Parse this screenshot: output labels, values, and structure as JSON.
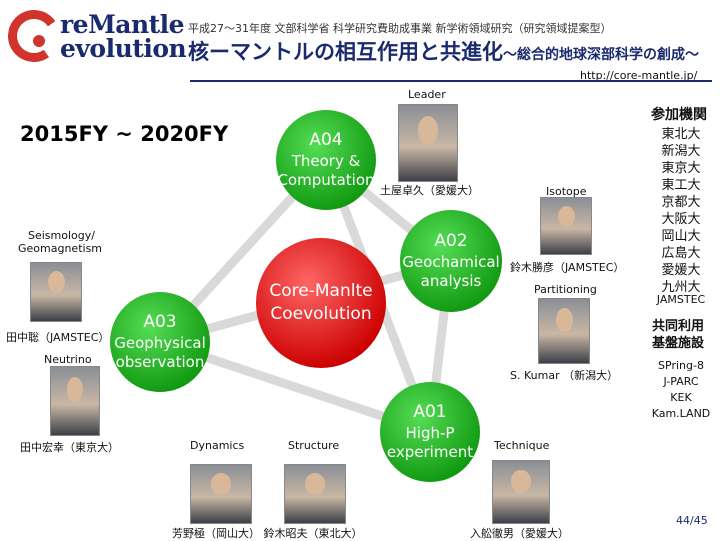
{
  "header": {
    "logo_line1": "reMantle",
    "logo_line2": "evolution",
    "subtitle": "平成27〜31年度 文部科学省 科学研究費助成事業 新学術領域研究（研究領域提案型）",
    "title_main": "核ーマントルの相互作用と共進化",
    "title_suffix": "〜総合的地球深部科学の創成〜",
    "url": "http://core-mantle.jp/",
    "leader_label": "Leader"
  },
  "period": "2015FY ~ 2020FY",
  "center": {
    "line1": "Core-Manlte",
    "line2": "Coevolution"
  },
  "nodes": {
    "a04": {
      "code": "A04",
      "line1": "Theory &",
      "line2": "Computation"
    },
    "a02": {
      "code": "A02",
      "line1": "Geochamical",
      "line2": "analysis"
    },
    "a03": {
      "code": "A03",
      "line1": "Geophysical",
      "line2": "observation"
    },
    "a01": {
      "code": "A01",
      "line1": "High-P",
      "line2": "experiment"
    }
  },
  "labels": {
    "leader_name": "土屋卓久（愛媛大）",
    "isotope": "Isotope",
    "seismo": "Seismology/",
    "geomag": "Geomagnetism",
    "suzuki": "鈴木勝彦（JAMSTEC）",
    "partitioning": "Partitioning",
    "tanaka_jamstec": "田中聡（JAMSTEC）",
    "neutrino": "Neutrino",
    "kumar": "S. Kumar （新潟大）",
    "tanaka_tokyo": "田中宏幸（東京大）",
    "dynamics": "Dynamics",
    "structure": "Structure",
    "technique": "Technique",
    "bottom_names": "芳野極（岡山大） 鈴木昭夫（東北大）",
    "irifune": "入舩徹男（愛媛大）"
  },
  "institutions": {
    "heading": "参加機関",
    "list": [
      "東北大",
      "新潟大",
      "東京大",
      "東工大",
      "京都大",
      "大阪大",
      "岡山大",
      "広島大",
      "愛媛大",
      "九州大",
      "JAMSTEC"
    ]
  },
  "facilities": {
    "heading_line1": "共同利用",
    "heading_line2": "基盤施設",
    "list": [
      "SPring-8",
      "J-PARC",
      "KEK",
      "Kam.LAND"
    ]
  },
  "page_number": "44/45",
  "colors": {
    "green": "#22aa22",
    "red": "#dd1111",
    "navy": "#1a2a6e",
    "logo_red": "#d0342c"
  }
}
